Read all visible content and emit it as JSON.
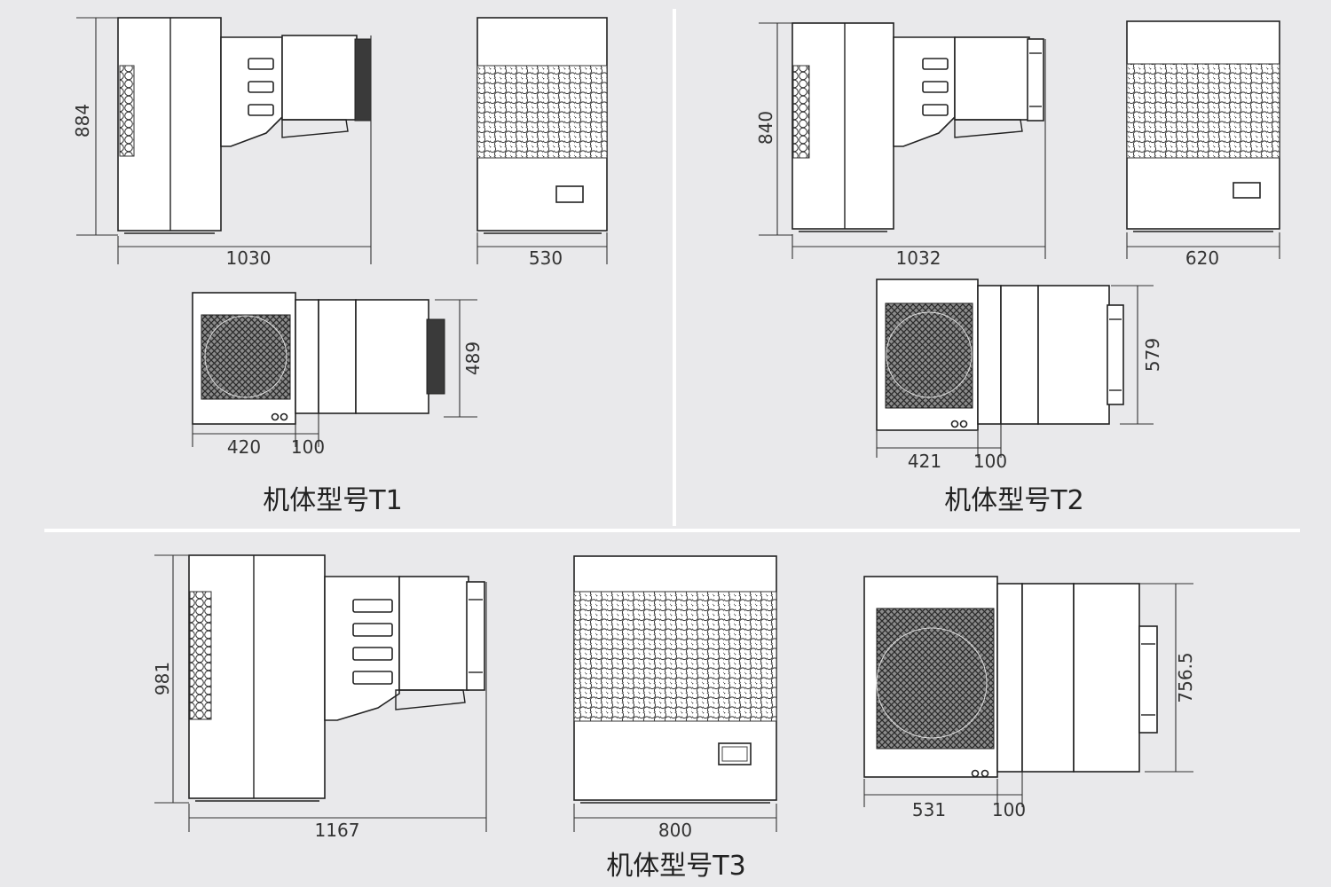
{
  "models": [
    {
      "caption": "机体型号T1",
      "dims": {
        "side_height": "884",
        "side_width": "1030",
        "front_width": "530",
        "top_depth": "489",
        "top_width": "420",
        "top_offset": "100"
      }
    },
    {
      "caption": "机体型号T2",
      "dims": {
        "side_height": "840",
        "side_width": "1032",
        "front_width": "620",
        "top_depth": "579",
        "top_width": "421",
        "top_offset": "100"
      }
    },
    {
      "caption": "机体型号T3",
      "dims": {
        "side_height": "981",
        "side_width": "1167",
        "front_width": "800",
        "top_depth": "756.5",
        "top_width": "531",
        "top_offset": "100"
      }
    }
  ],
  "colors": {
    "background": "#e9e9eb",
    "divider": "#ffffff",
    "line": "#222222",
    "grille": "#3a3a3a"
  }
}
